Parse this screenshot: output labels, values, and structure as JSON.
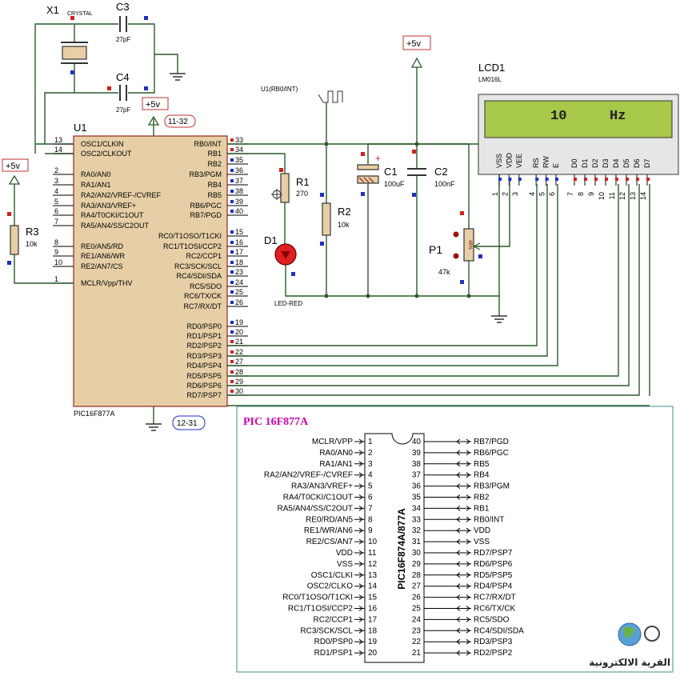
{
  "mcu": {
    "ref": "U1",
    "part": "PIC16F877A",
    "left_pins": [
      {
        "num": "13",
        "label": "OSC1/CLKIN"
      },
      {
        "num": "14",
        "label": "OSC2/CLKOUT"
      },
      {
        "num": "2",
        "label": "RA0/AN0"
      },
      {
        "num": "3",
        "label": "RA1/AN1"
      },
      {
        "num": "4",
        "label": "RA2/AN2/VREF-/CVREF"
      },
      {
        "num": "5",
        "label": "RA3/AN3/VREF+"
      },
      {
        "num": "6",
        "label": "RA4/T0CKI/C1OUT"
      },
      {
        "num": "7",
        "label": "RA5/AN4/SS/C2OUT"
      },
      {
        "num": "8",
        "label": "RE0/AN5/RD"
      },
      {
        "num": "9",
        "label": "RE1/AN6/WR"
      },
      {
        "num": "10",
        "label": "RE2/AN7/CS"
      },
      {
        "num": "1",
        "label": "MCLR/Vpp/THV"
      }
    ],
    "right_pins": [
      {
        "num": "33",
        "label": "RB0/INT"
      },
      {
        "num": "34",
        "label": "RB1"
      },
      {
        "num": "35",
        "label": "RB2"
      },
      {
        "num": "36",
        "label": "RB3/PGM"
      },
      {
        "num": "37",
        "label": "RB4"
      },
      {
        "num": "38",
        "label": "RB5"
      },
      {
        "num": "39",
        "label": "RB6/PGC"
      },
      {
        "num": "40",
        "label": "RB7/PGD"
      },
      {
        "num": "15",
        "label": "RC0/T1OSO/T1CKI"
      },
      {
        "num": "16",
        "label": "RC1/T1OSI/CCP2"
      },
      {
        "num": "17",
        "label": "RC2/CCP1"
      },
      {
        "num": "18",
        "label": "RC3/SCK/SCL"
      },
      {
        "num": "23",
        "label": "RC4/SDI/SDA"
      },
      {
        "num": "24",
        "label": "RC5/SDO"
      },
      {
        "num": "25",
        "label": "RC6/TX/CK"
      },
      {
        "num": "26",
        "label": "RC7/RX/DT"
      },
      {
        "num": "19",
        "label": "RD0/PSP0"
      },
      {
        "num": "20",
        "label": "RD1/PSP1"
      },
      {
        "num": "21",
        "label": "RD2/PSP2"
      },
      {
        "num": "22",
        "label": "RD3/PSP3"
      },
      {
        "num": "27",
        "label": "RD4/PSP4"
      },
      {
        "num": "28",
        "label": "RD5/PSP5"
      },
      {
        "num": "29",
        "label": "RD6/PSP6"
      },
      {
        "num": "30",
        "label": "RD7/PSP7"
      }
    ],
    "power_tag": "11-32",
    "ground_tag": "12-31"
  },
  "crystal": {
    "ref": "X1",
    "type": "CRYSTAL"
  },
  "c3": {
    "ref": "C3",
    "value": "27pF"
  },
  "c4": {
    "ref": "C4",
    "value": "27pF"
  },
  "power_label": "+5v",
  "signal": {
    "label": "U1(RB0/INT)"
  },
  "r1": {
    "ref": "R1",
    "value": "270"
  },
  "r2": {
    "ref": "R2",
    "value": "10k"
  },
  "r3": {
    "ref": "R3",
    "value": "10k"
  },
  "d1": {
    "ref": "D1",
    "type": "LED-RED"
  },
  "c1": {
    "ref": "C1",
    "value": "100uF"
  },
  "c2": {
    "ref": "C2",
    "value": "100nF"
  },
  "p1": {
    "ref": "P1",
    "value": "47k",
    "wiper": "48%"
  },
  "lcd": {
    "ref": "LCD1",
    "part": "LM016L",
    "display_value": "10",
    "display_unit": "Hz",
    "pins": [
      {
        "name": "VSS",
        "num": "1"
      },
      {
        "name": "VDD",
        "num": "2"
      },
      {
        "name": "VEE",
        "num": "3"
      },
      {
        "name": "RS",
        "num": "4"
      },
      {
        "name": "RW",
        "num": "5"
      },
      {
        "name": "E",
        "num": "6"
      },
      {
        "name": "D0",
        "num": "7"
      },
      {
        "name": "D1",
        "num": "8"
      },
      {
        "name": "D2",
        "num": "9"
      },
      {
        "name": "D3",
        "num": "10"
      },
      {
        "name": "D4",
        "num": "11"
      },
      {
        "name": "D5",
        "num": "12"
      },
      {
        "name": "D6",
        "num": "13"
      },
      {
        "name": "D7",
        "num": "14"
      }
    ]
  },
  "pinout": {
    "title": "PIC 16F877A",
    "chip_label": "PIC16F874A/877A",
    "left": [
      {
        "label": "MCLR/VPP",
        "num": "1"
      },
      {
        "label": "RA0/AN0",
        "num": "2"
      },
      {
        "label": "RA1/AN1",
        "num": "3"
      },
      {
        "label": "RA2/AN2/VREF-/CVREF",
        "num": "4"
      },
      {
        "label": "RA3/AN3/VREF+",
        "num": "5"
      },
      {
        "label": "RA4/T0CKI/C1OUT",
        "num": "6"
      },
      {
        "label": "RA5/AN4/SS/C2OUT",
        "num": "7"
      },
      {
        "label": "RE0/RD/AN5",
        "num": "8"
      },
      {
        "label": "RE1/WR/AN6",
        "num": "9"
      },
      {
        "label": "RE2/CS/AN7",
        "num": "10"
      },
      {
        "label": "VDD",
        "num": "11"
      },
      {
        "label": "VSS",
        "num": "12"
      },
      {
        "label": "OSC1/CLKI",
        "num": "13"
      },
      {
        "label": "OSC2/CLKO",
        "num": "14"
      },
      {
        "label": "RC0/T1OSO/T1CKI",
        "num": "15"
      },
      {
        "label": "RC1/T1OSI/CCP2",
        "num": "16"
      },
      {
        "label": "RC2/CCP1",
        "num": "17"
      },
      {
        "label": "RC3/SCK/SCL",
        "num": "18"
      },
      {
        "label": "RD0/PSP0",
        "num": "19"
      },
      {
        "label": "RD1/PSP1",
        "num": "20"
      }
    ],
    "right": [
      {
        "label": "RB7/PGD",
        "num": "40"
      },
      {
        "label": "RB6/PGC",
        "num": "39"
      },
      {
        "label": "RB5",
        "num": "38"
      },
      {
        "label": "RB4",
        "num": "37"
      },
      {
        "label": "RB3/PGM",
        "num": "36"
      },
      {
        "label": "RB2",
        "num": "35"
      },
      {
        "label": "RB1",
        "num": "34"
      },
      {
        "label": "RB0/INT",
        "num": "33"
      },
      {
        "label": "VDD",
        "num": "32"
      },
      {
        "label": "VSS",
        "num": "31"
      },
      {
        "label": "RD7/PSP7",
        "num": "30"
      },
      {
        "label": "RD6/PSP6",
        "num": "29"
      },
      {
        "label": "RD5/PSP5",
        "num": "28"
      },
      {
        "label": "RD4/PSP4",
        "num": "27"
      },
      {
        "label": "RC7/RX/DT",
        "num": "26"
      },
      {
        "label": "RC6/TX/CK",
        "num": "25"
      },
      {
        "label": "RC5/SDO",
        "num": "24"
      },
      {
        "label": "RC4/SDI/SDA",
        "num": "23"
      },
      {
        "label": "RD3/PSP3",
        "num": "22"
      },
      {
        "label": "RD2/PSP2",
        "num": "21"
      }
    ]
  },
  "watermark": {
    "text": "القرية الالكترونية"
  },
  "colors": {
    "component_fill": "#e6cfa6",
    "component_border": "#800000",
    "wire": "#2a5a2a",
    "lcd_screen": "#a8c84a",
    "lcd_body": "#e6e6e6",
    "pin_red": "#d02020",
    "pin_blue": "#2030c0",
    "title_magenta": "#cc00aa"
  }
}
